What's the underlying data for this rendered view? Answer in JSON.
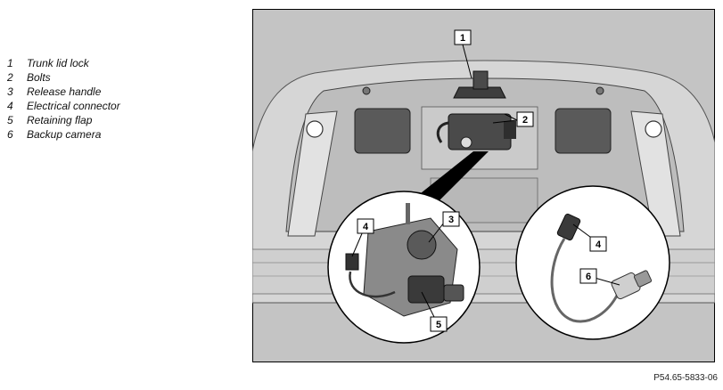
{
  "legend": {
    "items": [
      {
        "num": "1",
        "label": "Trunk lid lock"
      },
      {
        "num": "2",
        "label": "Bolts"
      },
      {
        "num": "3",
        "label": "Release handle"
      },
      {
        "num": "4",
        "label": "Electrical connector"
      },
      {
        "num": "5",
        "label": "Retaining flap"
      },
      {
        "num": "6",
        "label": "Backup camera"
      }
    ]
  },
  "callouts": [
    "1",
    "2",
    "3",
    "4",
    "5",
    "4",
    "6"
  ],
  "reference_code": "P54.65-5833-06",
  "colors": {
    "figure_bg": "#c4c4c4",
    "panel": "#dcdcdc",
    "dark_part": "#4a4a4a",
    "line": "#000000"
  }
}
